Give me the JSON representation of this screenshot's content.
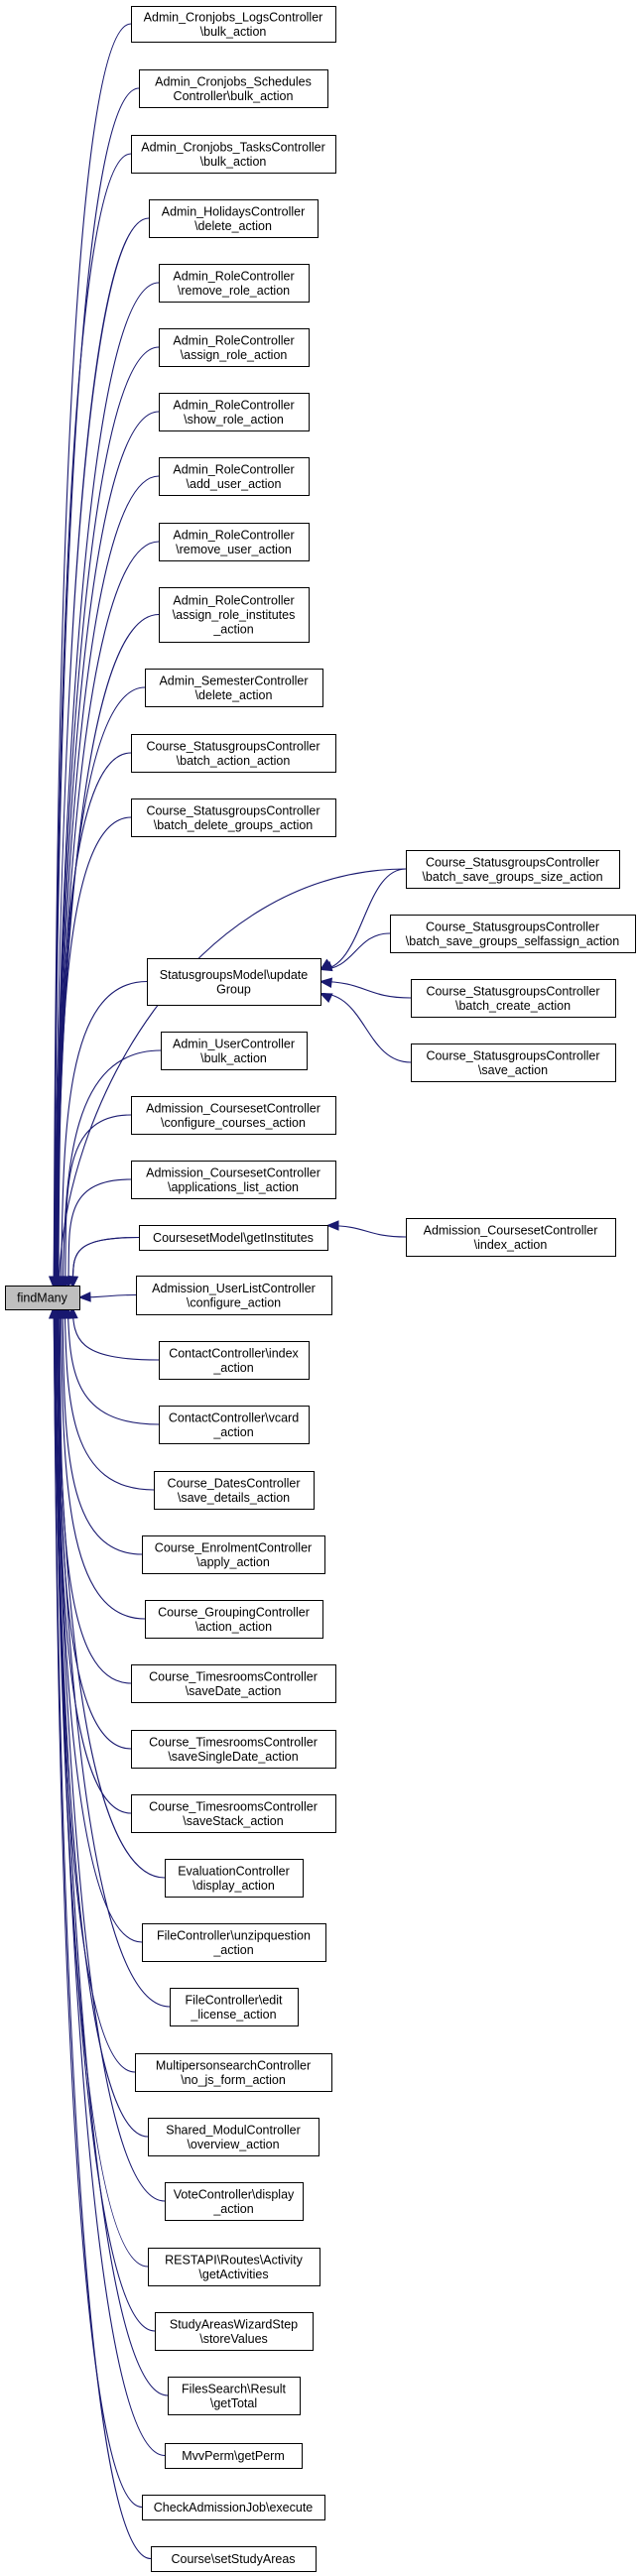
{
  "focus": {
    "id": "findMany",
    "lines": [
      "findMany"
    ]
  },
  "nodes": [
    {
      "id": "n1",
      "lines": [
        "Admin_Cronjobs_LogsController",
        "\\bulk_action"
      ]
    },
    {
      "id": "n2",
      "lines": [
        "Admin_Cronjobs_Schedules",
        "Controller\\bulk_action"
      ]
    },
    {
      "id": "n3",
      "lines": [
        "Admin_Cronjobs_TasksController",
        "\\bulk_action"
      ]
    },
    {
      "id": "n4",
      "lines": [
        "Admin_HolidaysController",
        "\\delete_action"
      ]
    },
    {
      "id": "n5",
      "lines": [
        "Admin_RoleController",
        "\\remove_role_action"
      ]
    },
    {
      "id": "n6",
      "lines": [
        "Admin_RoleController",
        "\\assign_role_action"
      ]
    },
    {
      "id": "n7",
      "lines": [
        "Admin_RoleController",
        "\\show_role_action"
      ]
    },
    {
      "id": "n8",
      "lines": [
        "Admin_RoleController",
        "\\add_user_action"
      ]
    },
    {
      "id": "n9",
      "lines": [
        "Admin_RoleController",
        "\\remove_user_action"
      ]
    },
    {
      "id": "n10",
      "lines": [
        "Admin_RoleController",
        "\\assign_role_institutes",
        "_action"
      ]
    },
    {
      "id": "n11",
      "lines": [
        "Admin_SemesterController",
        "\\delete_action"
      ]
    },
    {
      "id": "n12",
      "lines": [
        "Course_StatusgroupsController",
        "\\batch_action_action"
      ]
    },
    {
      "id": "n13",
      "lines": [
        "Course_StatusgroupsController",
        "\\batch_delete_groups_action"
      ]
    },
    {
      "id": "n14",
      "lines": [
        "Course_StatusgroupsController",
        "\\batch_save_groups_size_action"
      ]
    },
    {
      "id": "n15",
      "lines": [
        "StatusgroupsModel\\update",
        "Group"
      ]
    },
    {
      "id": "n16",
      "lines": [
        "Course_StatusgroupsController",
        "\\batch_save_groups_selfassign_action"
      ]
    },
    {
      "id": "n17",
      "lines": [
        "Course_StatusgroupsController",
        "\\batch_create_action"
      ]
    },
    {
      "id": "n18",
      "lines": [
        "Course_StatusgroupsController",
        "\\save_action"
      ]
    },
    {
      "id": "n19",
      "lines": [
        "Admin_UserController",
        "\\bulk_action"
      ]
    },
    {
      "id": "n20",
      "lines": [
        "Admission_CoursesetController",
        "\\configure_courses_action"
      ]
    },
    {
      "id": "n21",
      "lines": [
        "Admission_CoursesetController",
        "\\applications_list_action"
      ]
    },
    {
      "id": "n22",
      "lines": [
        "CoursesetModel\\getInstitutes"
      ]
    },
    {
      "id": "n23",
      "lines": [
        "Admission_CoursesetController",
        "\\index_action"
      ]
    },
    {
      "id": "n24",
      "lines": [
        "Admission_UserListController",
        "\\configure_action"
      ]
    },
    {
      "id": "n25",
      "lines": [
        "ContactController\\index",
        "_action"
      ]
    },
    {
      "id": "n26",
      "lines": [
        "ContactController\\vcard",
        "_action"
      ]
    },
    {
      "id": "n27",
      "lines": [
        "Course_DatesController",
        "\\save_details_action"
      ]
    },
    {
      "id": "n28",
      "lines": [
        "Course_EnrolmentController",
        "\\apply_action"
      ]
    },
    {
      "id": "n29",
      "lines": [
        "Course_GroupingController",
        "\\action_action"
      ]
    },
    {
      "id": "n30",
      "lines": [
        "Course_TimesroomsController",
        "\\saveDate_action"
      ]
    },
    {
      "id": "n31",
      "lines": [
        "Course_TimesroomsController",
        "\\saveSingleDate_action"
      ]
    },
    {
      "id": "n32",
      "lines": [
        "Course_TimesroomsController",
        "\\saveStack_action"
      ]
    },
    {
      "id": "n33",
      "lines": [
        "EvaluationController",
        "\\display_action"
      ]
    },
    {
      "id": "n34",
      "lines": [
        "FileController\\unzipquestion",
        "_action"
      ]
    },
    {
      "id": "n35",
      "lines": [
        "FileController\\edit",
        "_license_action"
      ]
    },
    {
      "id": "n36",
      "lines": [
        "MultipersonsearchController",
        "\\no_js_form_action"
      ]
    },
    {
      "id": "n37",
      "lines": [
        "Shared_ModulController",
        "\\overview_action"
      ]
    },
    {
      "id": "n38",
      "lines": [
        "VoteController\\display",
        "_action"
      ]
    },
    {
      "id": "n39",
      "lines": [
        "RESTAPI\\Routes\\Activity",
        "\\getActivities"
      ]
    },
    {
      "id": "n40",
      "lines": [
        "StudyAreasWizardStep",
        "\\storeValues"
      ]
    },
    {
      "id": "n41",
      "lines": [
        "FilesSearch\\Result",
        "\\getTotal"
      ]
    },
    {
      "id": "n42",
      "lines": [
        "MvvPerm\\getPerm"
      ]
    },
    {
      "id": "n43",
      "lines": [
        "CheckAdmissionJob\\execute"
      ]
    },
    {
      "id": "n44",
      "lines": [
        "Course\\setStudyAreas"
      ]
    }
  ]
}
